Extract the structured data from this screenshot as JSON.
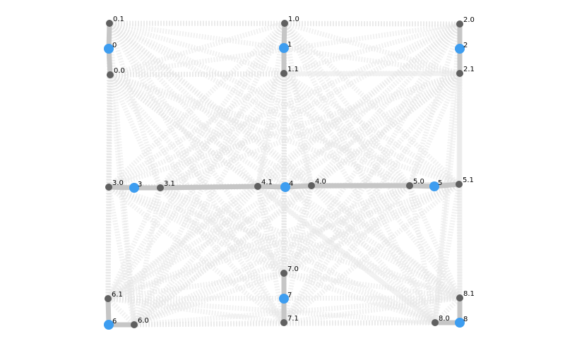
{
  "graph": {
    "colors": {
      "hub": "#3d9df0",
      "port": "#606060",
      "link": "#c6c6c6",
      "background_edge": "#e6e6e6"
    },
    "hubs": [
      {
        "id": "0",
        "label": "0"
      },
      {
        "id": "1",
        "label": "1"
      },
      {
        "id": "2",
        "label": "2"
      },
      {
        "id": "3",
        "label": "3"
      },
      {
        "id": "4",
        "label": "4"
      },
      {
        "id": "5",
        "label": "5"
      },
      {
        "id": "6",
        "label": "6"
      },
      {
        "id": "7",
        "label": "7"
      },
      {
        "id": "8",
        "label": "8"
      }
    ],
    "ports": [
      {
        "id": "0.0",
        "label": "0.0",
        "hub": "0"
      },
      {
        "id": "0.1",
        "label": "0.1",
        "hub": "0"
      },
      {
        "id": "1.0",
        "label": "1.0",
        "hub": "1"
      },
      {
        "id": "1.1",
        "label": "1.1",
        "hub": "1"
      },
      {
        "id": "2.0",
        "label": "2.0",
        "hub": "2"
      },
      {
        "id": "2.1",
        "label": "2.1",
        "hub": "2"
      },
      {
        "id": "3.0",
        "label": "3.0",
        "hub": "3"
      },
      {
        "id": "3.1",
        "label": "3.1",
        "hub": "3"
      },
      {
        "id": "4.0",
        "label": "4.0",
        "hub": "4"
      },
      {
        "id": "4.1",
        "label": "4.1",
        "hub": "4"
      },
      {
        "id": "5.0",
        "label": "5.0",
        "hub": "5"
      },
      {
        "id": "5.1",
        "label": "5.1",
        "hub": "5"
      },
      {
        "id": "6.0",
        "label": "6.0",
        "hub": "6"
      },
      {
        "id": "6.1",
        "label": "6.1",
        "hub": "6"
      },
      {
        "id": "7.0",
        "label": "7.0",
        "hub": "7"
      },
      {
        "id": "7.1",
        "label": "7.1",
        "hub": "7"
      },
      {
        "id": "8.0",
        "label": "8.0",
        "hub": "8"
      },
      {
        "id": "8.1",
        "label": "8.1",
        "hub": "8"
      }
    ],
    "links": [
      [
        "0.0",
        "0"
      ],
      [
        "0.1",
        "0"
      ],
      [
        "1.0",
        "1"
      ],
      [
        "1.1",
        "1"
      ],
      [
        "2.0",
        "2"
      ],
      [
        "2.1",
        "2"
      ],
      [
        "3.0",
        "3"
      ],
      [
        "3.1",
        "3"
      ],
      [
        "4.0",
        "4"
      ],
      [
        "4.1",
        "4"
      ],
      [
        "5.0",
        "5"
      ],
      [
        "5.1",
        "5"
      ],
      [
        "6.0",
        "6"
      ],
      [
        "6.1",
        "6"
      ],
      [
        "7.0",
        "7"
      ],
      [
        "7.1",
        "7"
      ],
      [
        "8.0",
        "8"
      ],
      [
        "8.1",
        "8"
      ],
      [
        "3.1",
        "4.1"
      ],
      [
        "4.0",
        "5.0"
      ]
    ]
  }
}
